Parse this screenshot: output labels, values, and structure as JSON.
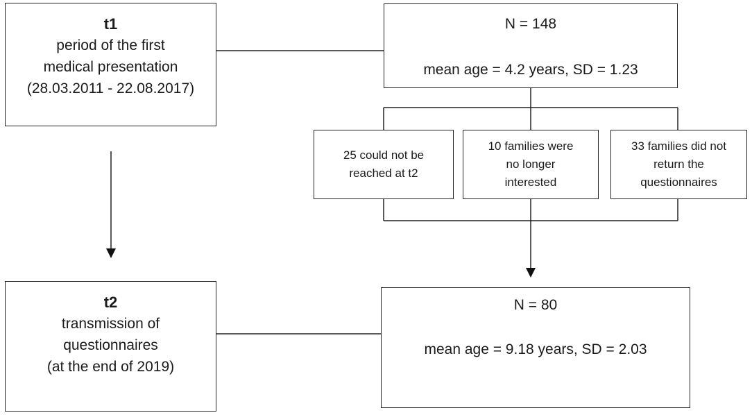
{
  "t1": {
    "label": "t1",
    "line1": "period of the first",
    "line2": "medical presentation",
    "line3": "(28.03.2011 - 22.08.2017)"
  },
  "t2": {
    "label": "t2",
    "line1": "transmission of",
    "line2": "questionnaires",
    "line3": "(at the end of 2019)"
  },
  "initial": {
    "n": "N = 148",
    "stats": "mean age = 4.2 years, SD = 1.23"
  },
  "final": {
    "n": "N = 80",
    "stats": "mean age = 9.18 years, SD = 2.03"
  },
  "dropouts": [
    {
      "line1": "25 could not be",
      "line2": "reached at t2"
    },
    {
      "line1": "10 families were",
      "line2": "no longer",
      "line3": "interested"
    },
    {
      "line1": "33 families did not",
      "line2": "return the",
      "line3": "questionnaires"
    }
  ]
}
